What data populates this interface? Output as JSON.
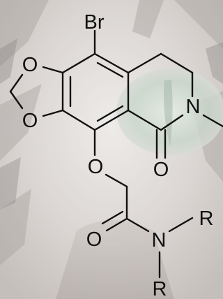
{
  "atoms": {
    "bromine": "Br",
    "oxygen_dioxole_upper": "O",
    "oxygen_dioxole_lower": "O",
    "nitrogen_ring": "N",
    "oxygen_carbonyl_ring": "O",
    "oxygen_ether": "O",
    "oxygen_amide": "O",
    "nitrogen_amide": "N",
    "substituent_r_right": "R",
    "substituent_r_lower": "R"
  },
  "colors": {
    "ink": "#111111",
    "background_light": "#d9d4d1",
    "background_mid": "#a8a19d",
    "background_dark": "#5b5553",
    "eye_green": "#a9c2b1"
  }
}
